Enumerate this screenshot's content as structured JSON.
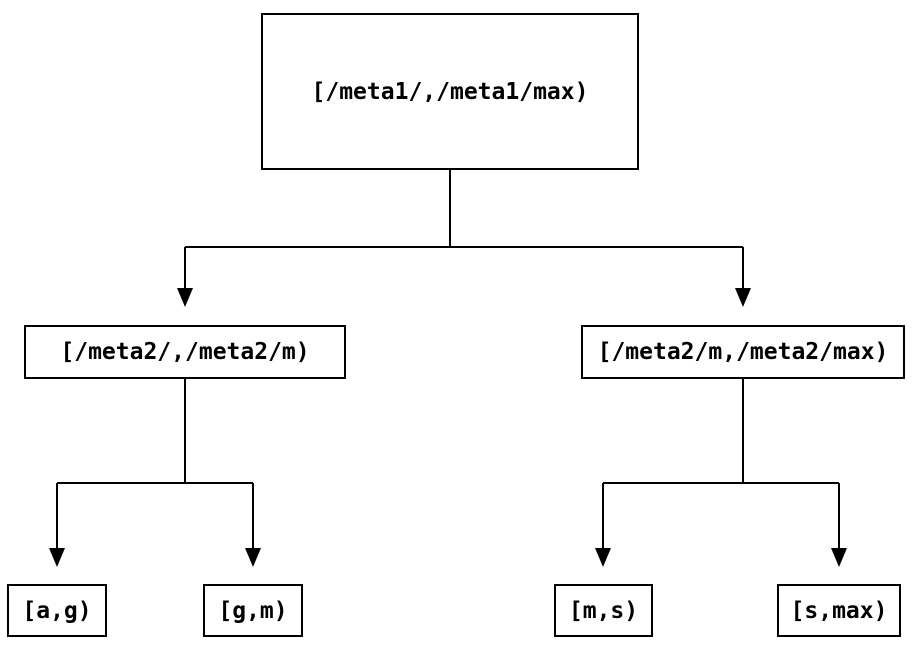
{
  "diagram": {
    "type": "tree",
    "background_color": "#ffffff",
    "line_color": "#000000",
    "nodes": {
      "root": {
        "id": "root",
        "label": "[/meta1/,/meta1/max)"
      },
      "left": {
        "id": "left",
        "label": "[/meta2/,/meta2/m)"
      },
      "right": {
        "id": "right",
        "label": "[/meta2/m,/meta2/max)"
      },
      "leaf_ag": {
        "id": "leaf_ag",
        "label": "[a,g)"
      },
      "leaf_gm": {
        "id": "leaf_gm",
        "label": "[g,m)"
      },
      "leaf_ms": {
        "id": "leaf_ms",
        "label": "[m,s)"
      },
      "leaf_smax": {
        "id": "leaf_smax",
        "label": "[s,max)"
      }
    },
    "edges": [
      {
        "from": "root",
        "to": "left",
        "arrow": "filled-triangle"
      },
      {
        "from": "root",
        "to": "right",
        "arrow": "filled-triangle"
      },
      {
        "from": "left",
        "to": "leaf_ag",
        "arrow": "filled-triangle"
      },
      {
        "from": "left",
        "to": "leaf_gm",
        "arrow": "filled-triangle"
      },
      {
        "from": "right",
        "to": "leaf_ms",
        "arrow": "filled-triangle"
      },
      {
        "from": "right",
        "to": "leaf_smax",
        "arrow": "filled-triangle"
      }
    ]
  }
}
